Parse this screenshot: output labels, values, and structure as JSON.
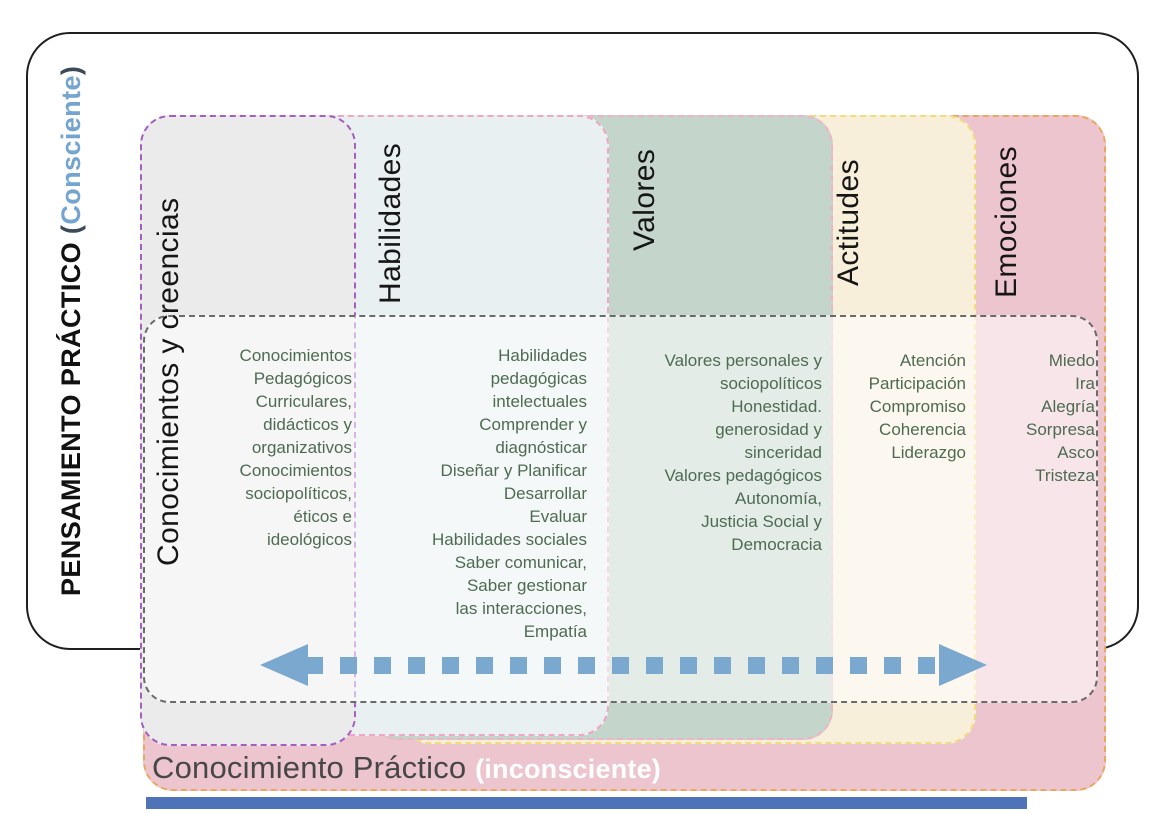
{
  "title": {
    "main": "PENSAMIENTO PRÁCTICO",
    "open_paren": "(",
    "accent": "Consciente",
    "close_paren": ")"
  },
  "columns": [
    {
      "label": "Conocimientos y creencias",
      "border_color": "#a55fc2",
      "background": "#ebebeb",
      "items": [
        "Conocimientos",
        "Pedagógicos",
        "Curriculares,",
        "didácticos y",
        "organizativos",
        "Conocimientos",
        "sociopolíticos,",
        "éticos e",
        "ideológicos"
      ]
    },
    {
      "label": "Habilidades",
      "border_color": "#f1a6c3",
      "background": "#e9f0f1",
      "items": [
        "Habilidades",
        "pedagógicas",
        "intelectuales",
        "Comprender y",
        "diagnósticar",
        "Diseñar y Planificar",
        "Desarrollar",
        "Evaluar",
        "Habilidades sociales",
        "Saber comunicar,",
        "Saber gestionar",
        "las interacciones,",
        "Empatía"
      ]
    },
    {
      "label": "Valores",
      "border_color": "#f3b1c6",
      "background": "#c4d5cb",
      "items": [
        "Valores personales y",
        "sociopolíticos",
        "Honestidad.",
        "generosidad y",
        "sinceridad",
        "Valores pedagógicos",
        "Autonomía,",
        "Justicia Social y",
        "Democracia"
      ]
    },
    {
      "label": "Actitudes",
      "border_color": "#f1dd7c",
      "background": "#f8efdb",
      "items": [
        "Atención",
        "Participación",
        "Compromiso",
        "Coherencia",
        "Liderazgo"
      ]
    },
    {
      "label": "Emociones",
      "border_color": "#eca75f",
      "background": "#edc5cf",
      "items": [
        "Miedo",
        "Ira",
        "Alegría",
        "Sorpresa",
        "Asco",
        "Tristeza"
      ]
    }
  ],
  "footer": {
    "main": "Conocimiento Práctico ",
    "accent": "(inconsciente)"
  },
  "colors": {
    "frame_border": "#1f1f1f",
    "title_accent_blue": "#74a5d1",
    "items_text_green": "#4e6b52",
    "arrow_blue": "#7aa8ce",
    "bottom_bar_blue": "#4f73b8",
    "inner_panel_border": "#6b6b6b",
    "footer_text_dark": "#474747",
    "footer_accent_white": "#ffffff"
  }
}
